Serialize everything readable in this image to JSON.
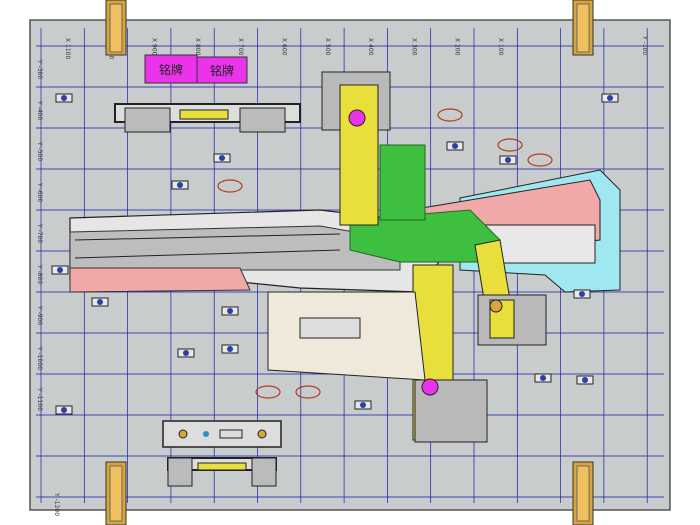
{
  "plate": {
    "nameplate_left": "铭牌",
    "nameplate_right": "铭牌",
    "top_ruler": [
      "X 1100",
      "X 1000",
      "X 900",
      "X 800",
      "X 700",
      "X 600",
      "X 500",
      "X 400",
      "X 300",
      "X 200",
      "X 100"
    ],
    "left_ruler": [
      "Y -300",
      "Y -400",
      "Y -500",
      "Y -600",
      "Y -700",
      "Y -800",
      "Y -900",
      "Y -1000",
      "Y -1100"
    ],
    "bottom_left_label": "Y -1200",
    "right_top_label": "Y -100"
  },
  "colors": {
    "plate": "#c8cccd",
    "grid": "#1a1aa8",
    "yellow": "#e8df3c",
    "pink": "#f1a8a8",
    "green": "#3fbf3f",
    "cyan": "#9fe8ef",
    "magenta": "#ea33ea",
    "dark": "#2a2a2a",
    "bracket": "#d9a53a"
  }
}
